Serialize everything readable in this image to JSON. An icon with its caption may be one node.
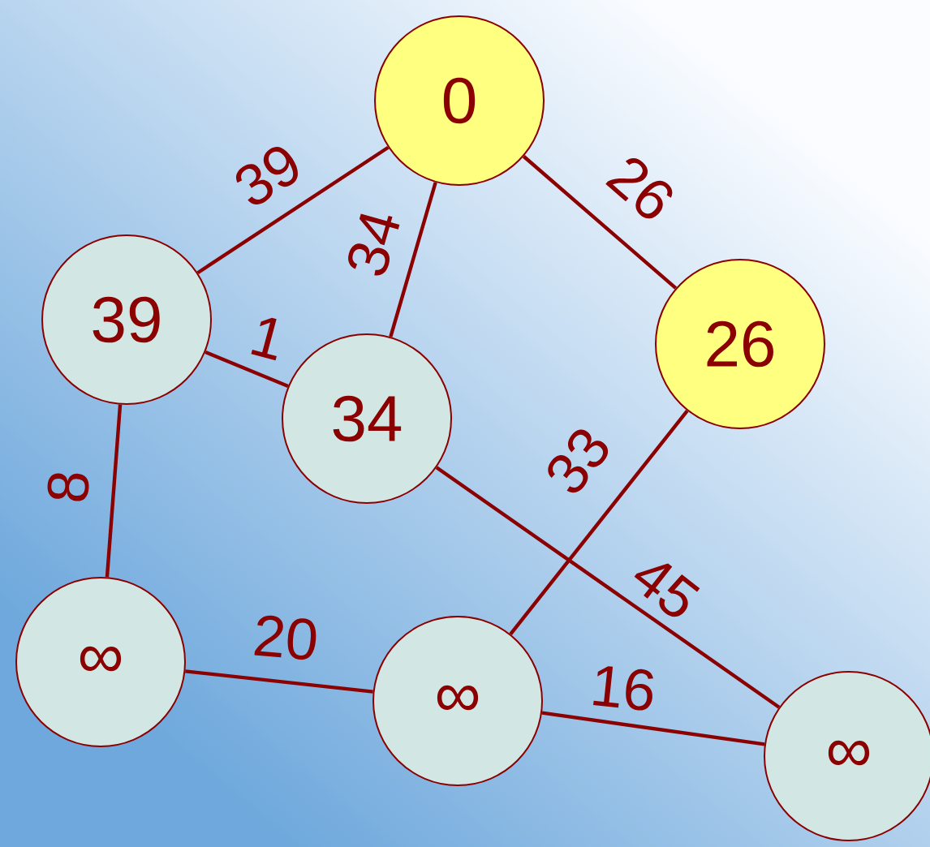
{
  "diagram": {
    "nodes": [
      {
        "text": [
          "0"
        ]
      },
      {
        "text": [
          "39"
        ]
      },
      {
        "text": [
          "34"
        ]
      },
      {
        "text": [
          "26"
        ]
      },
      {
        "text": [
          "∞"
        ]
      },
      {
        "text": [
          "∞"
        ]
      },
      {
        "text": [
          "∞"
        ]
      }
    ],
    "edges": [
      {
        "from": 0,
        "to": 1,
        "arrow": "none",
        "label": "39"
      },
      {
        "from": 0,
        "to": 2,
        "arrow": "none",
        "label": "34"
      },
      {
        "from": 0,
        "to": 3,
        "arrow": "none",
        "label": "26"
      },
      {
        "from": 1,
        "to": 2,
        "arrow": "none",
        "label": "1"
      },
      {
        "from": 1,
        "to": 4,
        "arrow": "none",
        "label": "8"
      },
      {
        "from": 2,
        "to": 6,
        "arrow": "none",
        "label": "45"
      },
      {
        "from": 3,
        "to": 5,
        "arrow": "none",
        "label": "33"
      },
      {
        "from": 4,
        "to": 5,
        "arrow": "none",
        "label": "20"
      },
      {
        "from": 5,
        "to": 6,
        "arrow": "none",
        "label": "16"
      }
    ]
  }
}
